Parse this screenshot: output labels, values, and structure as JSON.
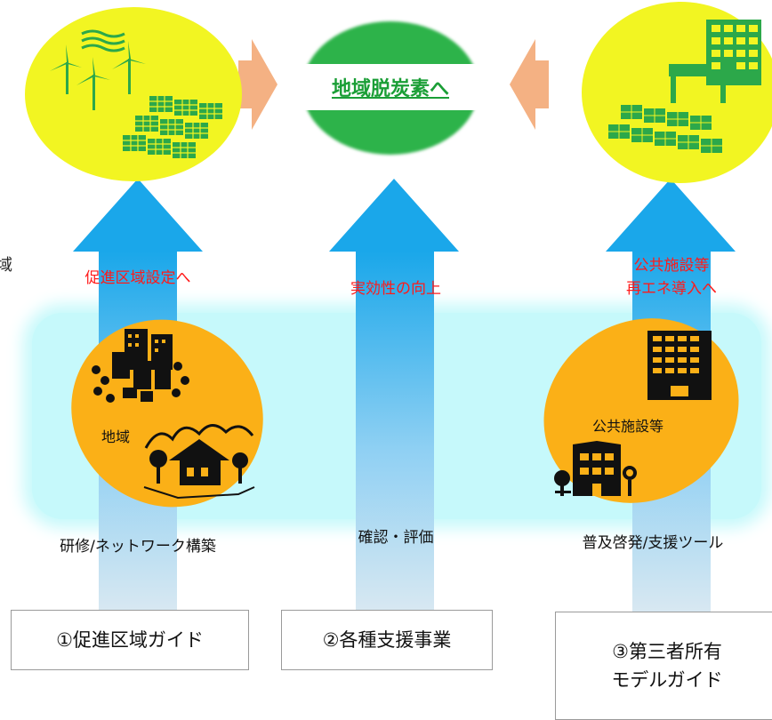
{
  "side_char": "域",
  "goal": {
    "label": "地域脱炭素へ"
  },
  "columns": [
    {
      "arrow_label": "促進区域設定へ",
      "cluster_label": "地域",
      "activity": "研修/ネットワーク構築",
      "box": "①促進区域ガイド"
    },
    {
      "arrow_label": "実効性の向上",
      "activity": "確認・評価",
      "box": "②各種支援事業"
    },
    {
      "arrow_label_line1": "公共施設等",
      "arrow_label_line2": "再エネ導入へ",
      "cluster_label": "公共施設等",
      "activity": "普及啓発/支援ツール",
      "box_line1": "③第三者所有",
      "box_line2": "モデルガイド"
    }
  ],
  "colors": {
    "arrow_blue": "#1aa7ea",
    "band": "#c6f9fb",
    "yellow": "#f2f522",
    "orange": "#fbb017",
    "green": "#2db34a",
    "salmon": "#f4b183",
    "red_text": "#ff1a1a"
  },
  "icons": [
    "wind-turbine-icon",
    "solar-panel-icon",
    "city-buildings-icon",
    "trees-icon",
    "rural-house-icon",
    "office-building-icon",
    "school-building-icon",
    "factory-solar-icon"
  ]
}
